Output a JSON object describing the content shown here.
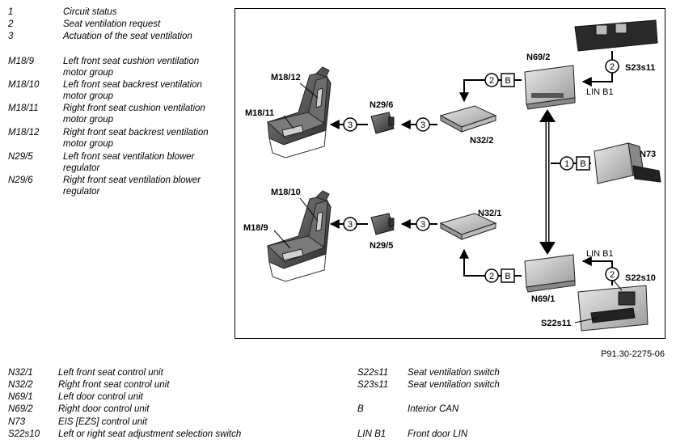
{
  "legend_top": [
    {
      "key": "1",
      "value": "Circuit status"
    },
    {
      "key": "2",
      "value": "Seat ventilation request"
    },
    {
      "key": "3",
      "value": "Actuation of the seat ventilation"
    },
    {
      "key": "M18/9",
      "value": "Left front seat cushion ventilation motor group"
    },
    {
      "key": "M18/10",
      "value": "Left front seat backrest ventilation motor group"
    },
    {
      "key": "M18/11",
      "value": "Right front seat cushion ventilation motor group"
    },
    {
      "key": "M18/12",
      "value": "Right front seat backrest ventilation motor group"
    },
    {
      "key": "N29/5",
      "value": "Left front seat ventilation blower regulator"
    },
    {
      "key": "N29/6",
      "value": "Right front seat ventilation blower regulator"
    }
  ],
  "diagram": {
    "labels": {
      "m18_12": "M18/12",
      "m18_11": "M18/11",
      "m18_10": "M18/10",
      "m18_9": "M18/9",
      "n29_6": "N29/6",
      "n29_5": "N29/5",
      "n32_2": "N32/2",
      "n32_1": "N32/1",
      "n69_2": "N69/2",
      "n69_1": "N69/1",
      "n73": "N73",
      "s23s11": "S23s11",
      "s22s10": "S22s10",
      "s22s11": "S22s11",
      "lin_b1_top": "LIN B1",
      "lin_b1_bottom": "LIN B1"
    },
    "circles": {
      "c1": "1",
      "c2": "2",
      "c3": "3"
    },
    "bus": "B"
  },
  "figure_ref": "P91.30-2275-06",
  "legend_bottom": [
    {
      "key": "N32/1",
      "value": "Left front seat control unit"
    },
    {
      "key": "N32/2",
      "value": "Right front seat control unit"
    },
    {
      "key": "N69/1",
      "value": "Left door control unit"
    },
    {
      "key": "N69/2",
      "value": "Right door control unit"
    },
    {
      "key": "N73",
      "value": "EIS [EZS] control unit"
    },
    {
      "key": "S22s10",
      "value": "Left or right seat adjustment selection switch"
    },
    {
      "key": "S22s11",
      "value": "Seat ventilation switch"
    },
    {
      "key": "S23s11",
      "value": "Seat ventilation switch"
    },
    {
      "key": "B",
      "value": "Interior CAN"
    },
    {
      "key": "LIN B1",
      "value": "Front door LIN"
    }
  ]
}
